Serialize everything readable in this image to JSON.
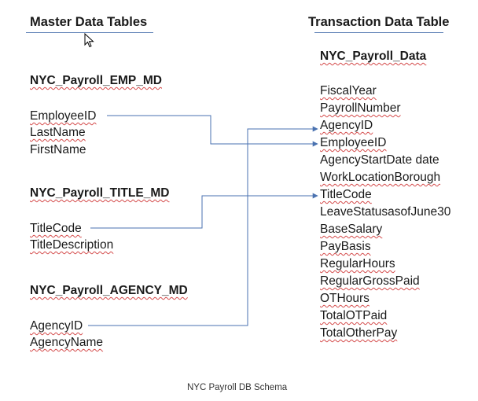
{
  "headings": {
    "master": "Master Data Tables",
    "transaction": "Transaction Data Table"
  },
  "master_tables": [
    {
      "name": "NYC_Payroll_EMP_MD",
      "fields": [
        "EmployeeID",
        "LastName",
        "FirstName"
      ]
    },
    {
      "name": "NYC_Payroll_TITLE_MD",
      "fields": [
        "TitleCode",
        "TitleDescription"
      ]
    },
    {
      "name": "NYC_Payroll_AGENCY_MD",
      "fields": [
        "AgencyID",
        "AgencyName"
      ]
    }
  ],
  "transaction_table": {
    "name": "NYC_Payroll_Data",
    "fields": [
      "FiscalYear",
      "PayrollNumber",
      "AgencyID",
      "EmployeeID",
      "AgencyStartDate date",
      "WorkLocationBorough",
      "TitleCode",
      "LeaveStatusasofJune30",
      "BaseSalary",
      "PayBasis",
      "RegularHours",
      "RegularGrossPaid",
      "OTHours",
      "TotalOTPaid",
      "TotalOtherPay"
    ]
  },
  "relationships": [
    {
      "from": "NYC_Payroll_EMP_MD.EmployeeID",
      "to": "NYC_Payroll_Data.EmployeeID"
    },
    {
      "from": "NYC_Payroll_TITLE_MD.TitleCode",
      "to": "NYC_Payroll_Data.TitleCode"
    },
    {
      "from": "NYC_Payroll_AGENCY_MD.AgencyID",
      "to": "NYC_Payroll_Data.AgencyID"
    }
  ],
  "caption": "NYC Payroll DB Schema",
  "colors": {
    "connector": "#4a72b0",
    "underline_rule": "#5b7fb5",
    "spellcheck": "#d44a4a"
  },
  "icons": {
    "cursor": "mouse-pointer-icon"
  }
}
